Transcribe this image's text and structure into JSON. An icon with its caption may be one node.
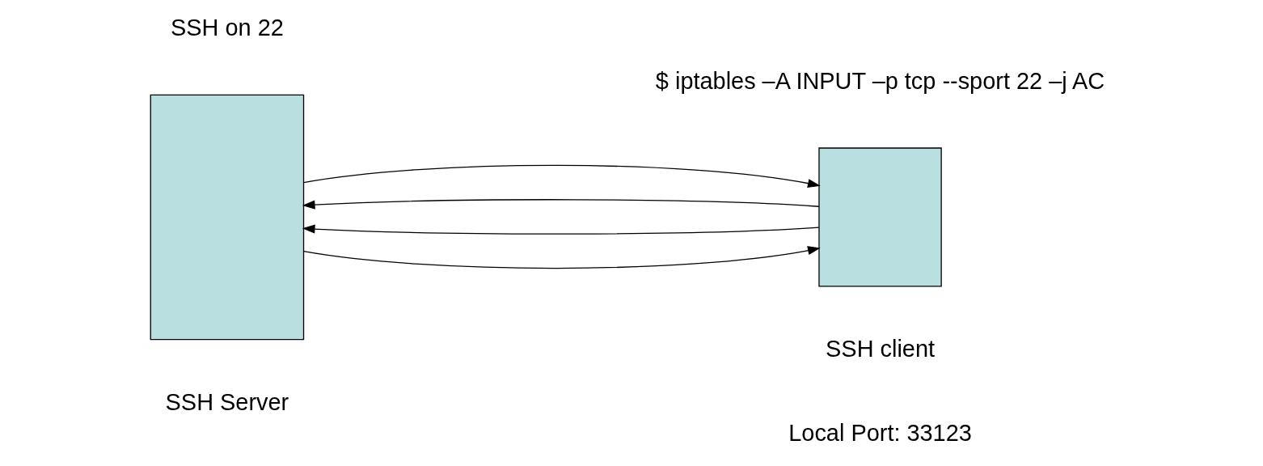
{
  "diagram": {
    "nodes": [
      {
        "text": [],
        "shape": "box",
        "beside": [
          "SSH Server"
        ]
      },
      {
        "text": [],
        "shape": "box",
        "beside": [
          "Local Port: 33123",
          "SSH client"
        ]
      }
    ],
    "edges": [
      {
        "from": 1,
        "to": 0,
        "arrow": "to"
      },
      {
        "from": 0,
        "to": 1,
        "arrow": "to"
      },
      {
        "from": 1,
        "to": 0,
        "arrow": "to"
      },
      {
        "from": 0,
        "to": 1,
        "arrow": "to"
      }
    ],
    "labels": [
      "$ iptables –A INPUT –p tcp --sport 22 –j AC",
      "SSH on 22"
    ]
  }
}
